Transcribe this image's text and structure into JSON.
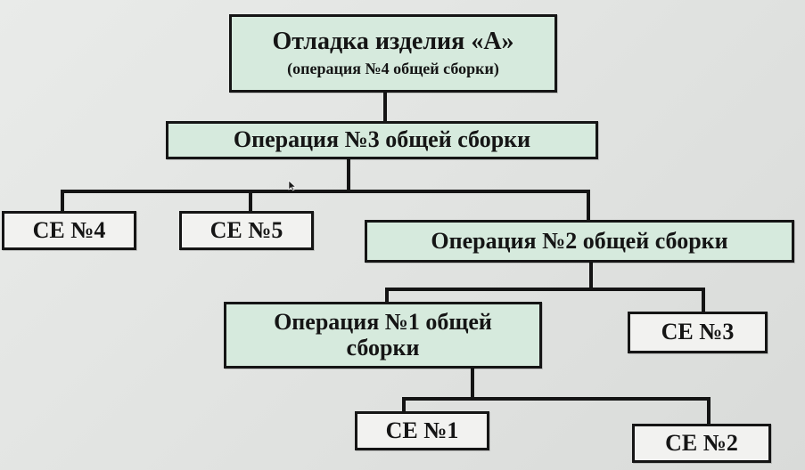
{
  "diagram": {
    "root": {
      "title": "Отладка изделия «А»",
      "subtitle": "(операция №4 общей сборки)"
    },
    "op3": "Операция №3 общей сборки",
    "ce4": "СЕ №4",
    "ce5": "СЕ №5",
    "op2": "Операция №2 общей сборки",
    "op1": {
      "line1": "Операция №1 общей",
      "line2": "сборки"
    },
    "ce3": "СЕ №3",
    "ce1": "СЕ №1",
    "ce2": "СЕ №2"
  },
  "colors": {
    "process_box": "#d6eadd",
    "assembly_box": "#f2f2f0",
    "lines": "#141414"
  }
}
